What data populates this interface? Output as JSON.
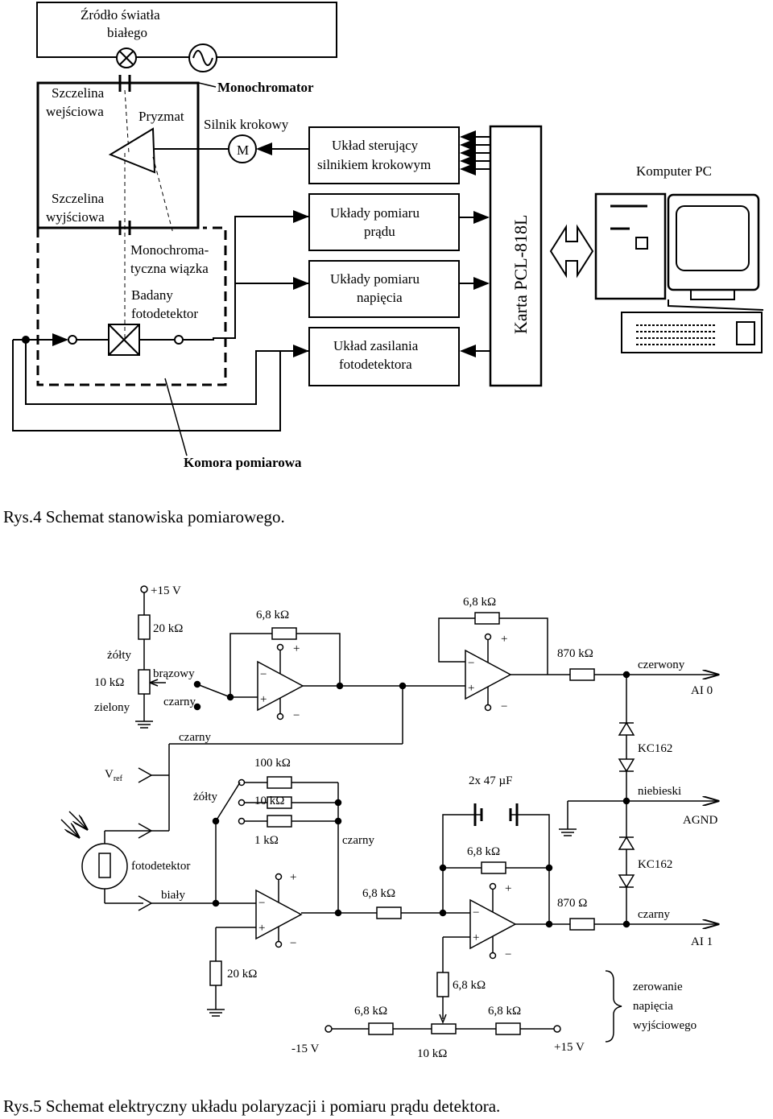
{
  "fig1": {
    "light_source": [
      "Źródło światła",
      "białego"
    ],
    "monochromator": "Monochromator",
    "entrance_slit": [
      "Szczelina",
      "wejściowa"
    ],
    "prism": "Pryzmat",
    "stepper_motor": "Silnik krokowy",
    "motor_symbol": "M",
    "exit_slit": [
      "Szczelina",
      "wyjściowa"
    ],
    "mono_beam": [
      "Monochroma-",
      "tyczna wiązka"
    ],
    "tested_detector": [
      "Badany",
      "fotodetektor"
    ],
    "chamber": "Komora pomiarowa",
    "boxes": [
      [
        "Układ sterujący",
        "silnikiem krokowym"
      ],
      [
        "Układy pomiaru",
        "prądu"
      ],
      [
        "Układy pomiaru",
        "napięcia"
      ],
      [
        "Układ zasilania",
        "fotodetektora"
      ]
    ],
    "card": "Karta PCL-818L",
    "computer": "Komputer PC"
  },
  "caption1": "Rys.4 Schemat stanowiska pomiarowego.",
  "fig2": {
    "plus15": "+15 V",
    "r20k": "20 kΩ",
    "zolty": "żółty",
    "r10k": "10 kΩ",
    "brazowy": "brązowy",
    "zielony": "zielony",
    "czarny": "czarny",
    "r68k": "6,8 kΩ",
    "r870k": "870 kΩ",
    "czerwony": "czerwony",
    "ai0": "AI 0",
    "kc162": "KC162",
    "vref": "V",
    "vref_sub": "ref",
    "r100k": "100 kΩ",
    "r1k": "1 kΩ",
    "cap": "2x 47 µF",
    "niebieski": "niebieski",
    "agnd": "AGND",
    "fotodetektor": "fotodetektor",
    "bialy": "biały",
    "r870": "870 Ω",
    "ai1": "AI 1",
    "minus15": "-15 V",
    "zero": [
      "zerowanie",
      "napięcia",
      "wyjściowego"
    ],
    "plus": "+",
    "minus": "−"
  },
  "caption2": "Rys.5 Schemat elektryczny układu polaryzacji i pomiaru prądu detektora."
}
